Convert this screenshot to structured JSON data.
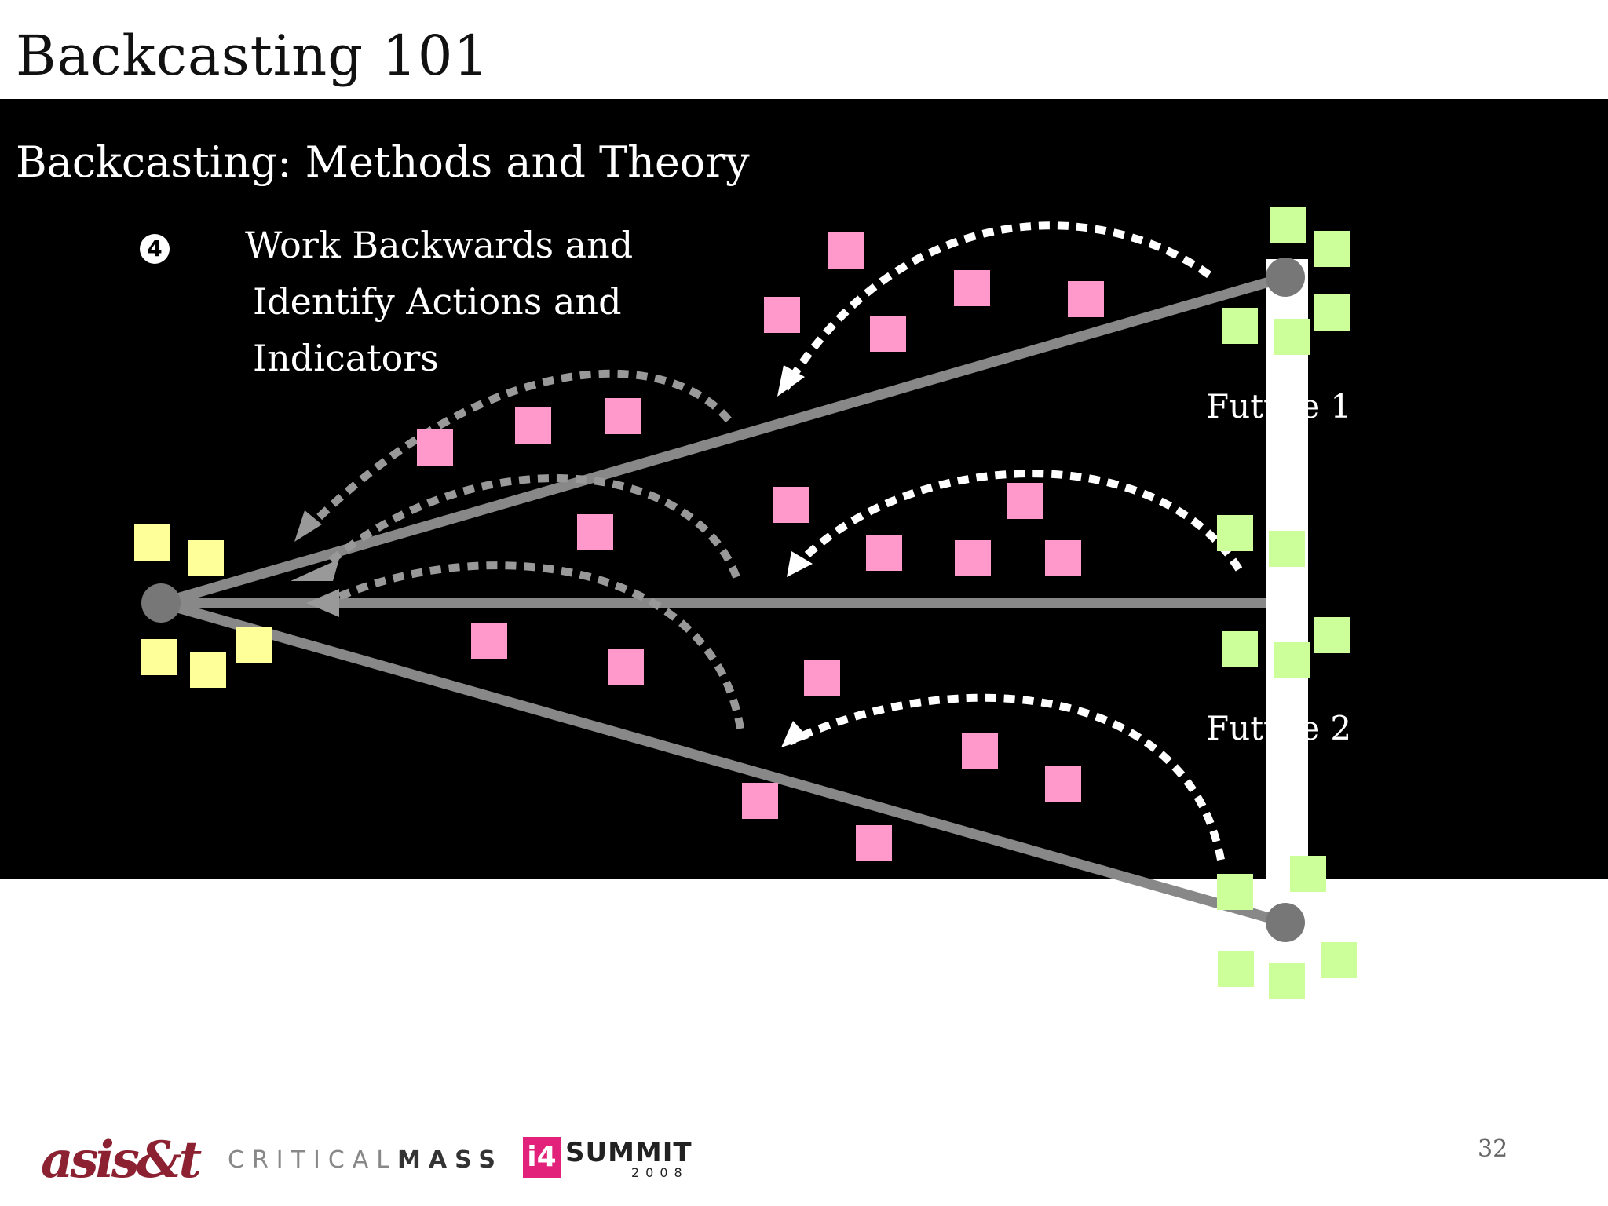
{
  "slide": {
    "title": "Backcasting 101",
    "subtitle": "Backcasting: Methods and Theory",
    "step_number": "4",
    "step_lines": [
      "Work Backwards and",
      "Identify  Actions and",
      "Indicators"
    ],
    "page_number": "32"
  },
  "diagram": {
    "future_1_label": "Future 1",
    "future_2_label": "Future 2"
  },
  "footer": {
    "logo_asist": "asis&t",
    "logo_critical": "CRITICAL",
    "logo_mass": "MASS",
    "logo_i4": "i4",
    "logo_summit": "SUMMIT",
    "logo_summit_year": "2008"
  },
  "colors": {
    "panel": "#000000",
    "present_note": "#ffff99",
    "action_note": "#ff99cc",
    "future_note": "#ccff99",
    "arrow": "#888888"
  }
}
